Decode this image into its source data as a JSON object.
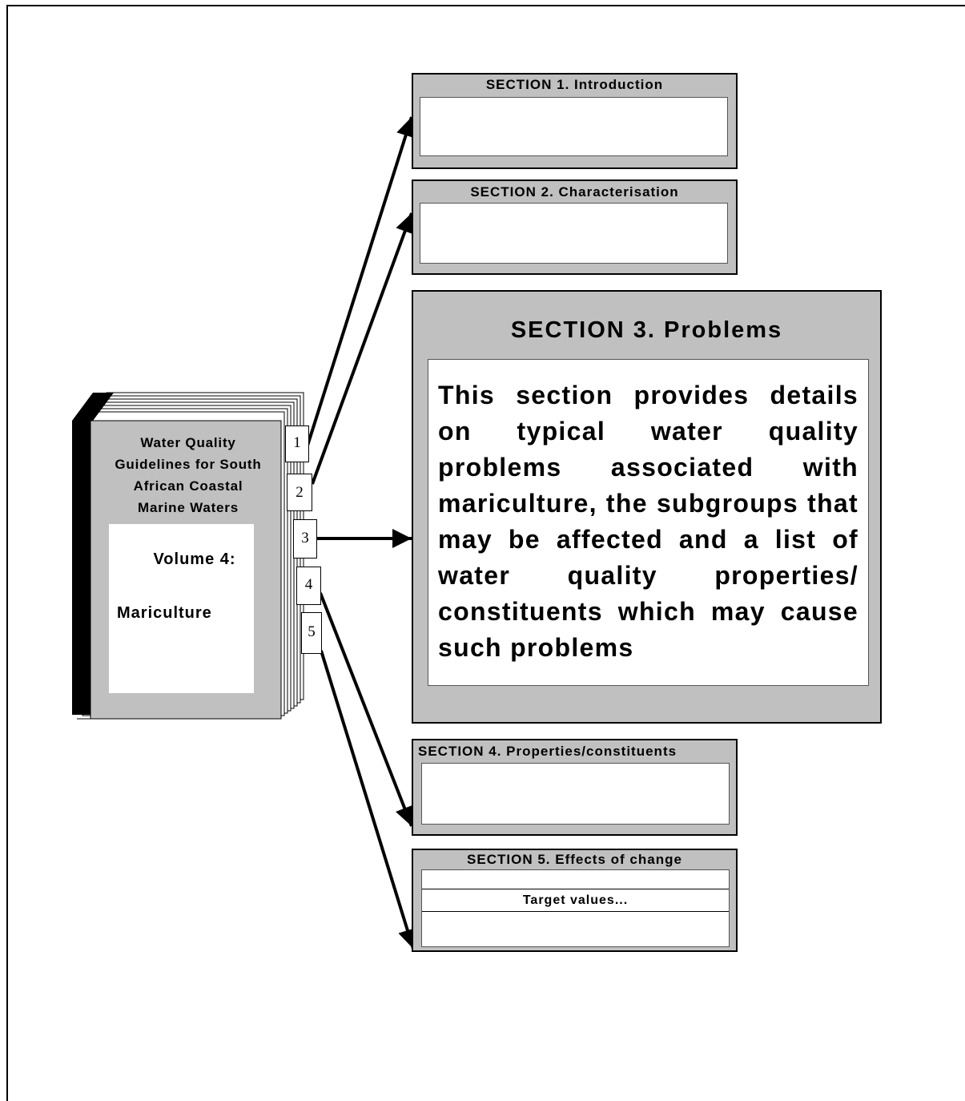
{
  "book": {
    "title": "Water Quality Guidelines for South African Coastal Marine Waters",
    "title_lines": [
      "Water Quality",
      "Guidelines for South",
      "African Coastal",
      "Marine Waters"
    ],
    "volume": "Volume 4:",
    "subtitle": "Mariculture",
    "tabs": [
      "1",
      "2",
      "3",
      "4",
      "5"
    ]
  },
  "sections": {
    "s1": {
      "header": "SECTION  1.  Introduction"
    },
    "s2": {
      "header": "SECTION  2.  Characterisation"
    },
    "s3": {
      "header": "SECTION  3.  Problems",
      "body": "This section provides details on typical water quality problems associated with mariculture, the subgroups that may be affected and a list of water quality properties/ constituents which may cause such problems"
    },
    "s4": {
      "header": "SECTION  4.  Properties/constituents"
    },
    "s5": {
      "header": "SECTION  5.  Effects of change",
      "row_label": "Target values..."
    }
  }
}
